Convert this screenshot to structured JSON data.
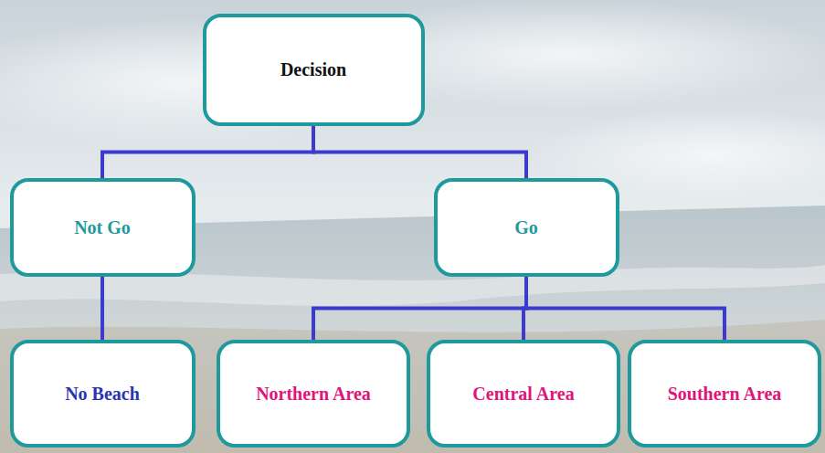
{
  "diagram": {
    "nodes": [
      {
        "text": [
          "Decision"
        ]
      },
      {
        "text": [
          "Not Go"
        ]
      },
      {
        "text": [
          "Go"
        ]
      },
      {
        "text": [
          "No Beach"
        ]
      },
      {
        "text": [
          "Northern Area"
        ]
      },
      {
        "text": [
          "Central Area"
        ]
      },
      {
        "text": [
          "Southern Area"
        ]
      }
    ],
    "edges": [
      {
        "from": 0,
        "to": 1,
        "arrow": "none"
      },
      {
        "from": 0,
        "to": 2,
        "arrow": "none"
      },
      {
        "from": 1,
        "to": 3,
        "arrow": "none"
      },
      {
        "from": 2,
        "to": 4,
        "arrow": "none"
      },
      {
        "from": 2,
        "to": 5,
        "arrow": "none"
      },
      {
        "from": 2,
        "to": 6,
        "arrow": "none"
      }
    ]
  }
}
